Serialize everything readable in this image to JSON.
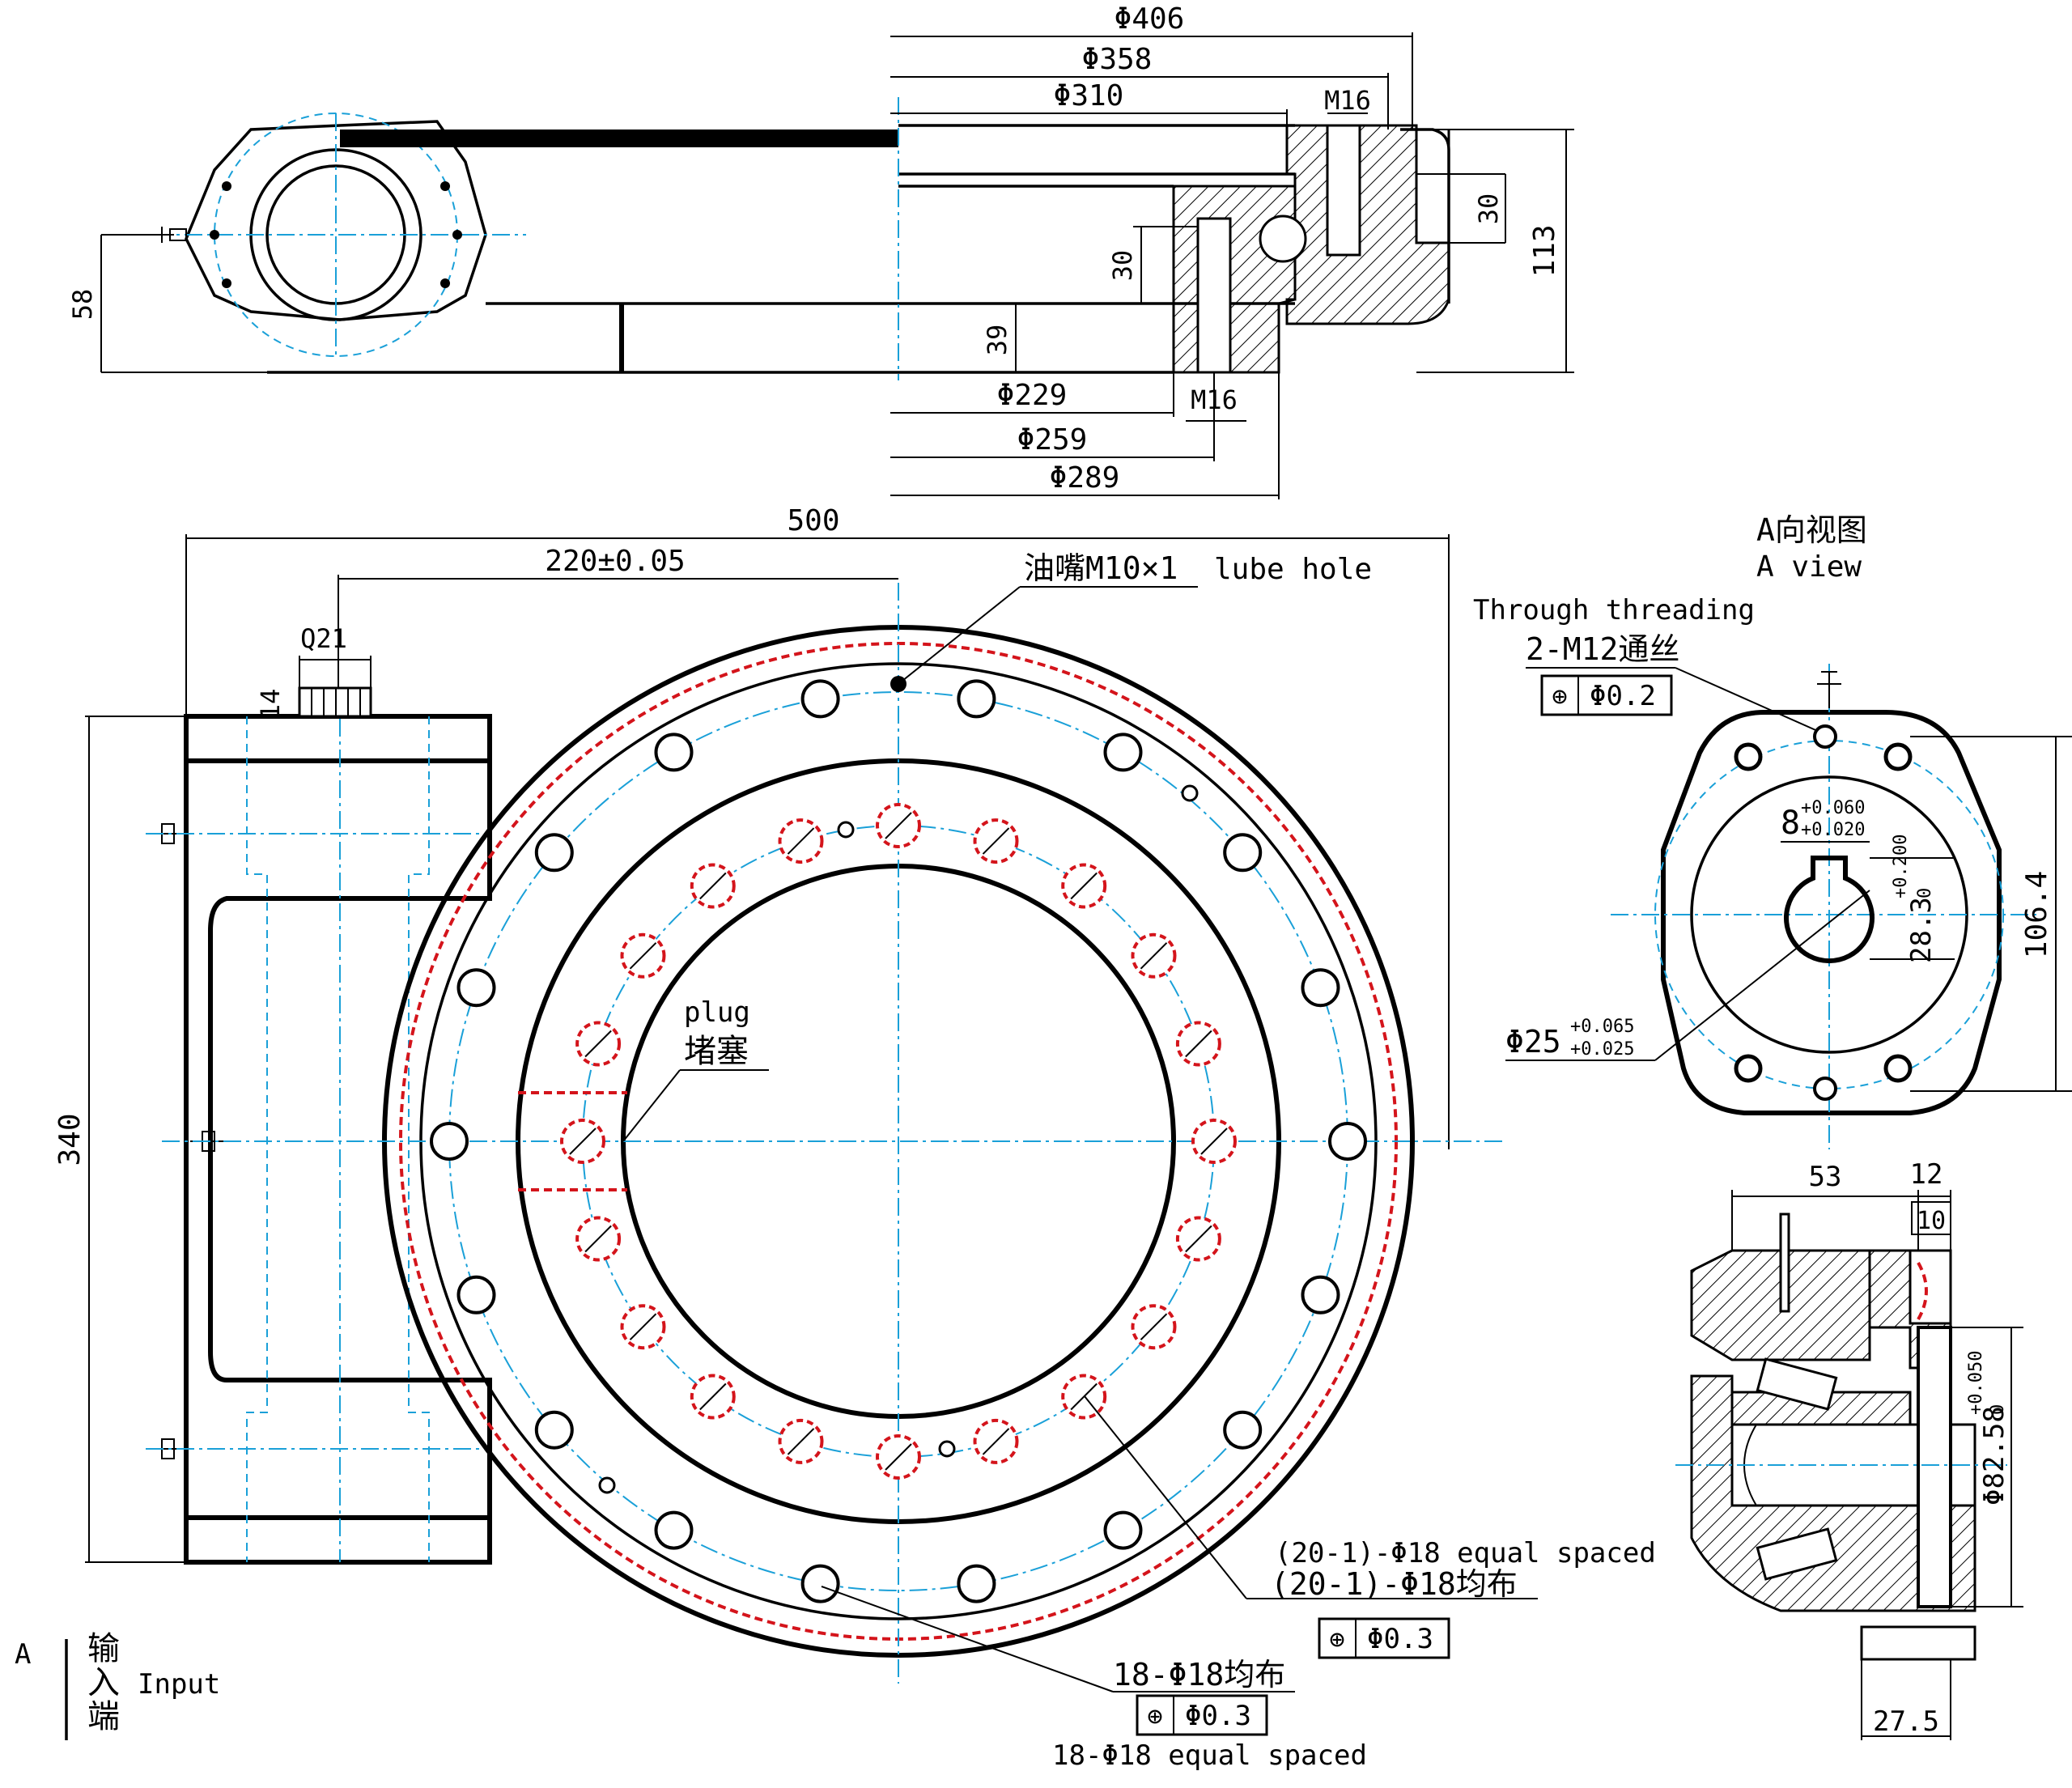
{
  "colors": {
    "outline": "#000000",
    "centerline": "#1aa0d8",
    "hidden": "#d4141b"
  },
  "side_view": {
    "dims": {
      "d406": "Φ406",
      "d358": "Φ358",
      "d310": "Φ310",
      "m16_top": "M16",
      "h30_right": "30",
      "h113": "113",
      "h30_mid": "30",
      "h39": "39",
      "h58": "58",
      "d229": "Φ229",
      "m16_bottom": "M16",
      "d259": "Φ259",
      "d289": "Φ289"
    }
  },
  "front_view": {
    "dims": {
      "w500": "500",
      "c220": "220±0.05",
      "h340": "340",
      "q21": "Q21",
      "h14": "14"
    },
    "labels": {
      "lube_cn": "油嘴M10×1",
      "lube_en": "lube hole",
      "plug_en": "plug",
      "plug_cn": "堵塞",
      "holes20_en": "(20-1)-Φ18 equal spaced",
      "holes20_cn": "(20-1)-Φ18均布",
      "holes20_tol": "Φ0.3",
      "holes18_cn": "18-Φ18均布",
      "holes18_tol": "Φ0.3",
      "holes18_en": "18-Φ18 equal spaced",
      "arrow_a": "A",
      "input_cn_1": "输",
      "input_cn_2": "入",
      "input_cn_3": "端",
      "input_en": "Input"
    }
  },
  "a_view": {
    "title_cn": "A向视图",
    "title_en": "A view",
    "thread_en": "Through threading",
    "thread_cn": "2-M12通丝",
    "thread_tol": "Φ0.2",
    "key_width": "8",
    "key_tol_up": "+0.060",
    "key_tol_low": "+0.020",
    "key_depth": "28.3",
    "key_depth_tol_up": "+0.200",
    "key_depth_tol_low": "0",
    "bore": "Φ25",
    "bore_tol_up": "+0.065",
    "bore_tol_low": "+0.025",
    "height": "106.4"
  },
  "section_view": {
    "dim53": "53",
    "dim12": "12",
    "dim10": "10",
    "dim27_5": "27.5",
    "dia": "Φ82.58",
    "dia_tol_up": "+0.050",
    "dia_tol_low": "0"
  }
}
